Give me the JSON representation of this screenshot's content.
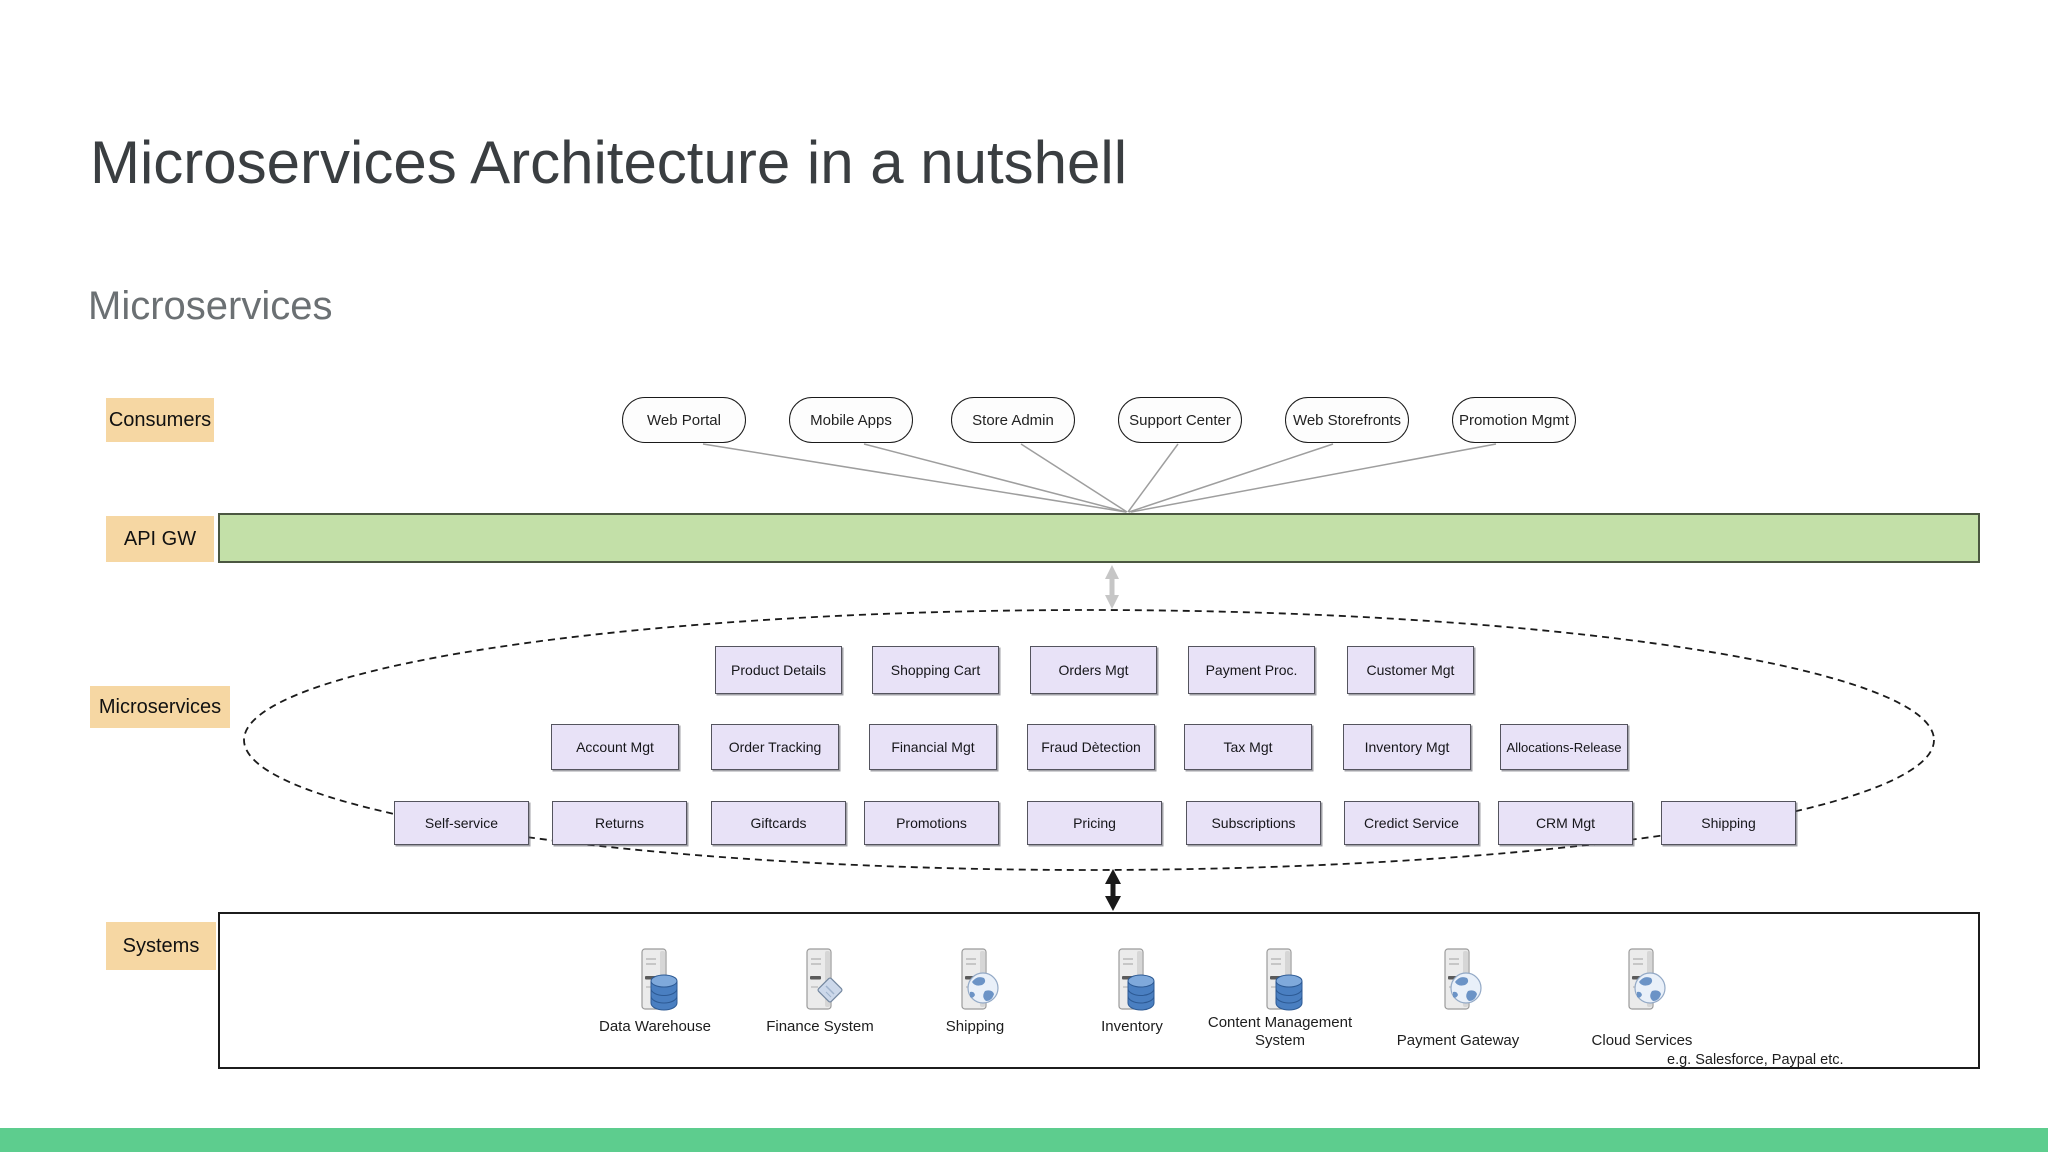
{
  "title": "Microservices Architecture in a nutshell",
  "subtitle": "Microservices",
  "rows": {
    "consumers_label": "Consumers",
    "api_gw_label": "API GW",
    "microservices_label": "Microservices",
    "systems_label": "Systems"
  },
  "consumers": [
    "Web Portal",
    "Mobile Apps",
    "Store Admin",
    "Support Center",
    "Web Storefronts",
    "Promotion Mgmt"
  ],
  "microservices": {
    "row1": [
      "Product Details",
      "Shopping Cart",
      "Orders Mgt",
      "Payment Proc.",
      "Customer Mgt"
    ],
    "row2": [
      "Account Mgt",
      "Order Tracking",
      "Financial Mgt",
      "Fraud Dètection",
      "Tax Mgt",
      "Inventory Mgt",
      "Allocations-Release"
    ],
    "row3": [
      "Self-service",
      "Returns",
      "Giftcards",
      "Promotions",
      "Pricing",
      "Subscriptions",
      "Credict Service",
      "CRM Mgt",
      "Shipping"
    ]
  },
  "systems": {
    "items": [
      {
        "label": "Data Warehouse",
        "icon": "server-database-icon"
      },
      {
        "label": "Finance System",
        "icon": "server-card-icon"
      },
      {
        "label": "Shipping",
        "icon": "server-globe-icon"
      },
      {
        "label": "Inventory",
        "icon": "server-database-icon"
      },
      {
        "label": "Content Management System",
        "icon": "server-database-icon"
      },
      {
        "label": "Payment Gateway",
        "icon": "server-globe-icon"
      },
      {
        "label": "Cloud Services",
        "icon": "server-globe-icon",
        "note": "e.g. Salesforce, Paypal etc."
      }
    ]
  },
  "colors": {
    "row_label_bg": "#f6d7a3",
    "api_gw_fill": "#c3e0a8",
    "service_box_fill": "#e8e2f7",
    "systems_border": "#1c1c1c",
    "bottom_band": "#5dcd8e",
    "connector_gray": "#9e9e9e"
  }
}
